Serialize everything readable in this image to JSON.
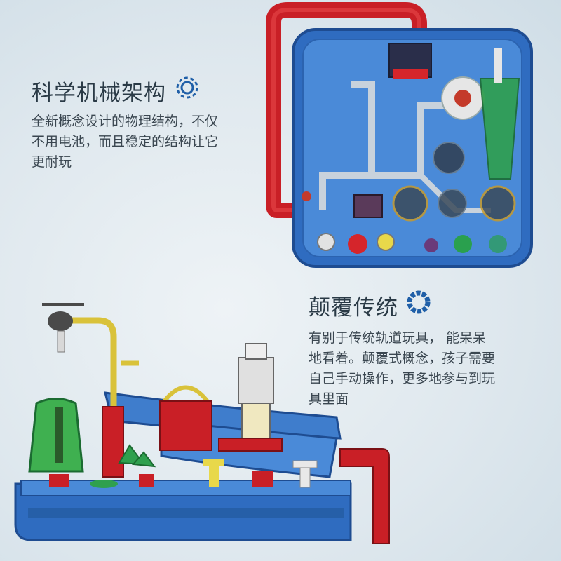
{
  "section_top": {
    "title": "科学机械架构",
    "icon": "gear-icon",
    "lines": [
      "全新概念设计的物理结构，不仅",
      "不用电池，而且稳定的结构让它",
      "更耐玩"
    ]
  },
  "section_bottom": {
    "title": "颠覆传统",
    "icon": "ring-icon",
    "lines": [
      "有别于传统轨道玩具，    能呆呆",
      "地看着。颠覆式概念，孩子需要",
      "自己手动操作，更多地参与到玩",
      "具里面"
    ]
  },
  "colors": {
    "accent_blue": "#1f5fa8",
    "track_red": "#d4262b",
    "base_blue": "#2d6bb3"
  }
}
